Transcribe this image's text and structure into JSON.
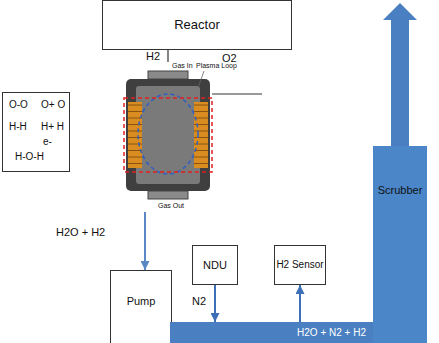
{
  "diagram": {
    "nodes": [
      {
        "text": [
          "Reactor"
        ]
      },
      {
        "text": [
          "Gas In",
          "Plasma Loop",
          "Gas Out"
        ]
      },
      {
        "text": [
          "O-O",
          "O+ O",
          "H-H",
          "H+ H",
          "e-",
          "H-O-H"
        ]
      },
      {
        "text": [
          "Pump"
        ]
      },
      {
        "text": [
          "NDU"
        ]
      },
      {
        "text": [
          "H2 Sensor"
        ]
      },
      {
        "text": [
          "H2O + N2 + H2"
        ]
      },
      {
        "text": [
          "Scrubber"
        ]
      }
    ],
    "edges": [
      {
        "from": 0,
        "to": 1,
        "label": "H2",
        "arrow": "none"
      },
      {
        "from": 1,
        "to": 3,
        "label": "H2O + H2",
        "arrow": "to"
      },
      {
        "from": 4,
        "to": 6,
        "label": "N2",
        "arrow": "to"
      },
      {
        "from": 6,
        "to": 5,
        "arrow": "to"
      }
    ],
    "labels": [
      "O2"
    ]
  }
}
